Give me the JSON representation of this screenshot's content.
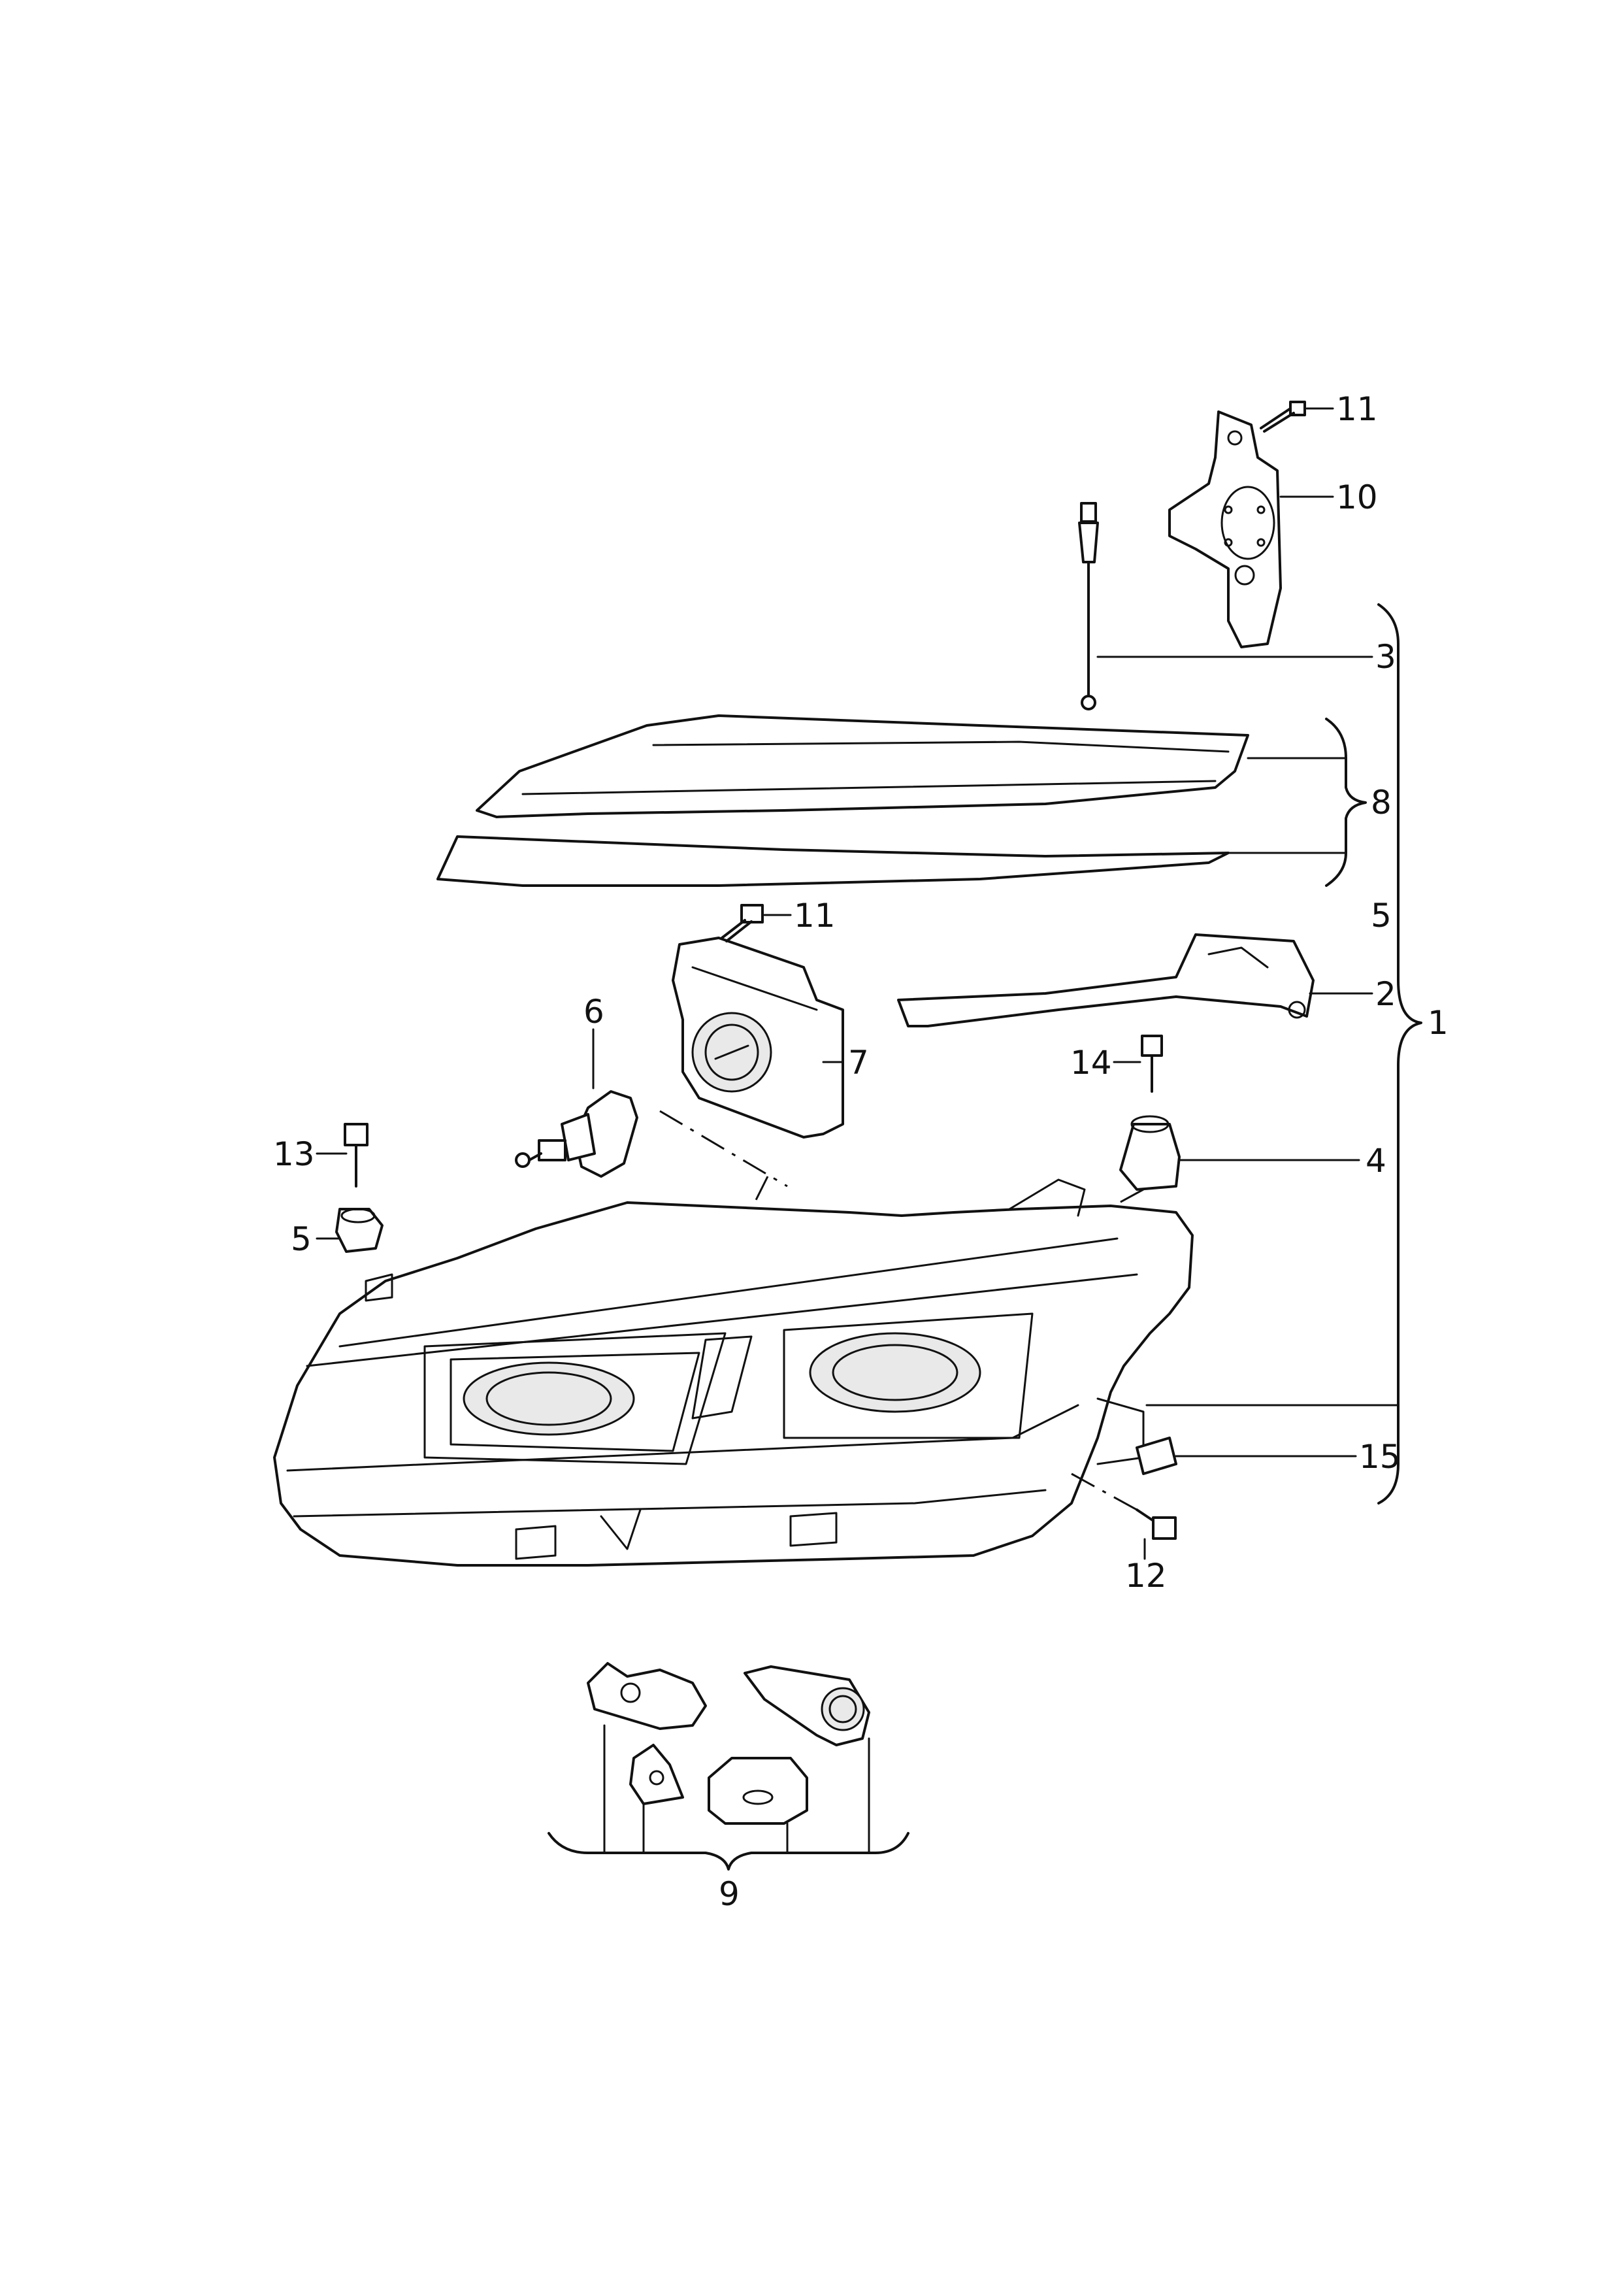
{
  "callouts": {
    "c1": "1",
    "c2": "2",
    "c3": "3",
    "c4": "4",
    "c5_right": "5",
    "c5_left": "5",
    "c6": "6",
    "c7": "7",
    "c8": "8",
    "c9": "9",
    "c10": "10",
    "c11_top": "11",
    "c11_mid": "11",
    "c12": "12",
    "c13": "13",
    "c14": "14",
    "c15": "15"
  },
  "colors": {
    "line": "#111111",
    "background": "#ffffff"
  }
}
